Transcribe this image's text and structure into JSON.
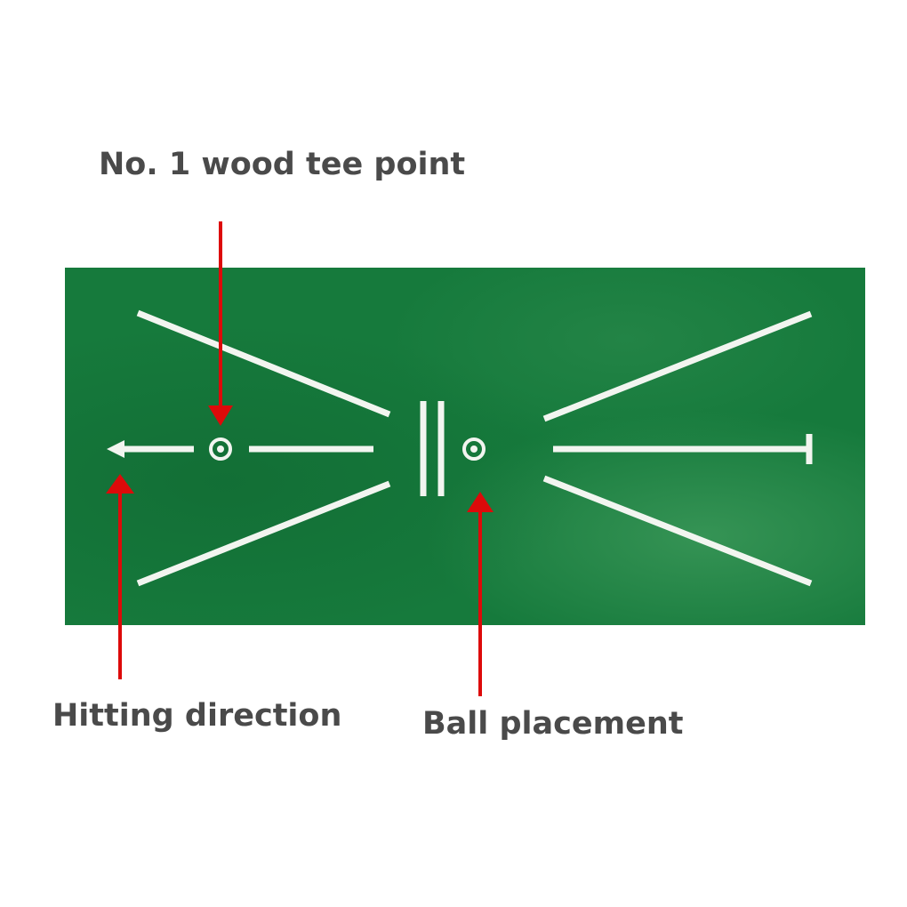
{
  "labels": {
    "tee_point": "No. 1 wood tee point",
    "hitting_direction": "Hitting direction",
    "ball_placement": "Ball placement"
  },
  "colors": {
    "mat": "#167a3c",
    "mat_dark": "#0f6530",
    "mat_light": "#3f9a5c",
    "lines": "#f2f5f0",
    "arrows": "#dd0a0a",
    "text": "#4a4a4a"
  }
}
